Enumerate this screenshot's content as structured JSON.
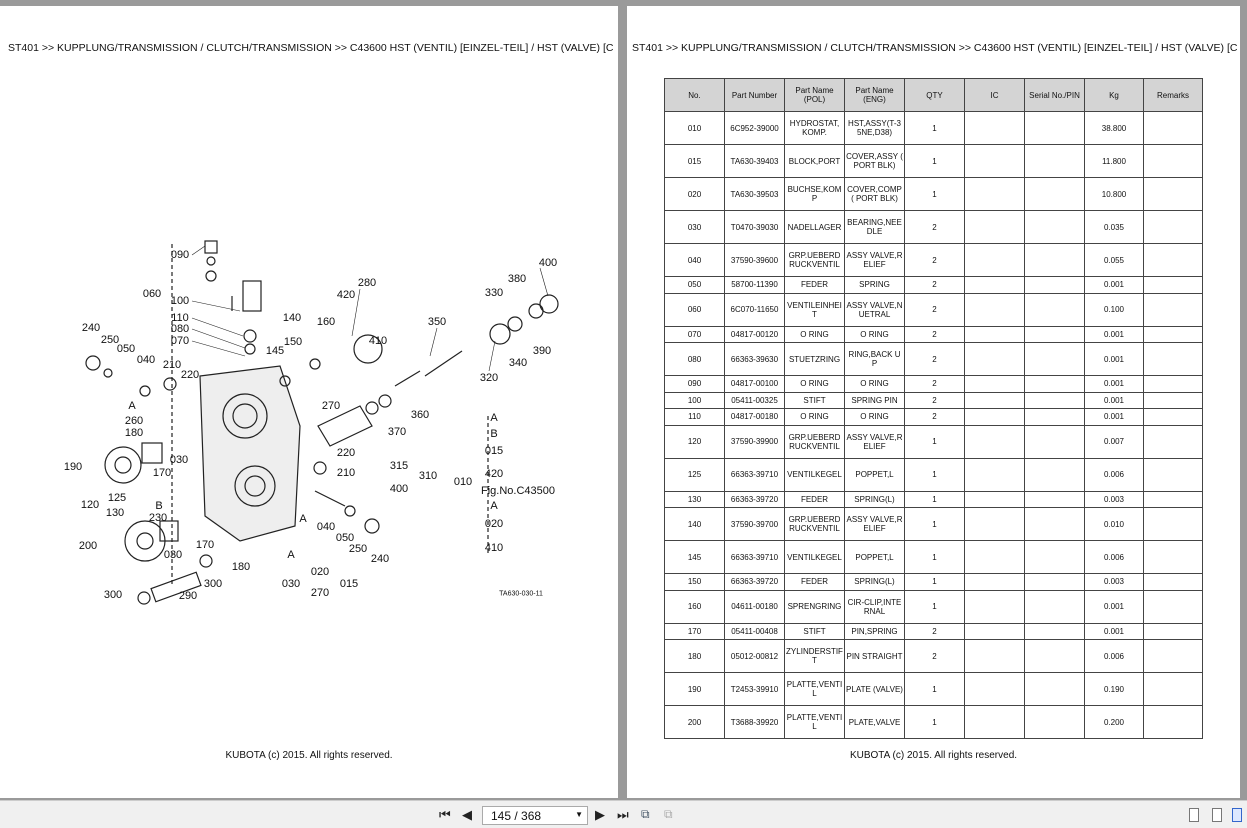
{
  "breadcrumb": "ST401 >> KUPPLUNG/TRANSMISSION / CLUTCH/TRANSMISSION >> C43600    HST (VENTIL) [EINZEL-TEIL] / HST (VALVE) [COMPONENT PARTS]",
  "copyright": "KUBOTA (c) 2015. All rights reserved.",
  "diagram": {
    "labels": [
      "090",
      "060",
      "100",
      "110",
      "080",
      "070",
      "240",
      "250",
      "050",
      "040",
      "210",
      "220",
      "A",
      "260",
      "180",
      "190",
      "030",
      "170",
      "125",
      "120",
      "130",
      "B",
      "230",
      "200",
      "030",
      "170",
      "180",
      "300",
      "290",
      "300",
      "280",
      "420",
      "140",
      "160",
      "145",
      "150",
      "410",
      "350",
      "400",
      "380",
      "330",
      "390",
      "340",
      "320",
      "360",
      "270",
      "370",
      "220",
      "210",
      "315",
      "310",
      "400",
      "010",
      "A",
      "B",
      "015",
      "420",
      "Fig.No.C43500",
      "A",
      "020",
      "410",
      "040",
      "050",
      "250",
      "240",
      "A",
      "A",
      "020",
      "030",
      "015",
      "270"
    ],
    "figure_code": "TA630-030-11"
  },
  "table": {
    "headers": [
      "No.",
      "Part Number",
      "Part Name (POL)",
      "Part Name (ENG)",
      "QTY",
      "IC",
      "Serial No./PIN",
      "Kg",
      "Remarks"
    ],
    "rows": [
      [
        "010",
        "6C952-39000",
        "HYDROSTAT, KOMP.",
        "HST,ASSY(T-35NE,D38)",
        "1",
        "",
        "",
        "38.800",
        ""
      ],
      [
        "015",
        "TA630-39403",
        "BLOCK,PORT",
        "COVER,ASSY ( PORT BLK)",
        "1",
        "",
        "",
        "11.800",
        ""
      ],
      [
        "020",
        "TA630-39503",
        "BUCHSE,KOMP",
        "COVER,COMP( PORT BLK)",
        "1",
        "",
        "",
        "10.800",
        ""
      ],
      [
        "030",
        "T0470-39030",
        "NADELLAGER",
        "BEARING,NEEDLE",
        "2",
        "",
        "",
        "0.035",
        ""
      ],
      [
        "040",
        "37590-39600",
        "GRP.UEBERDRUCKVENTIL",
        "ASSY VALVE,RELIEF",
        "2",
        "",
        "",
        "0.055",
        ""
      ],
      [
        "050",
        "58700-11390",
        "FEDER",
        "SPRING",
        "2",
        "",
        "",
        "0.001",
        ""
      ],
      [
        "060",
        "6C070-11650",
        "VENTILEINHEIT",
        "ASSY VALVE,NUETRAL",
        "2",
        "",
        "",
        "0.100",
        ""
      ],
      [
        "070",
        "04817-00120",
        "O RING",
        "O RING",
        "2",
        "",
        "",
        "0.001",
        ""
      ],
      [
        "080",
        "66363-39630",
        "STUETZRING",
        "RING,BACK UP",
        "2",
        "",
        "",
        "0.001",
        ""
      ],
      [
        "090",
        "04817-00100",
        "O RING",
        "O RING",
        "2",
        "",
        "",
        "0.001",
        ""
      ],
      [
        "100",
        "05411-00325",
        "STIFT",
        "SPRING PIN",
        "2",
        "",
        "",
        "0.001",
        ""
      ],
      [
        "110",
        "04817-00180",
        "O RING",
        "O RING",
        "2",
        "",
        "",
        "0.001",
        ""
      ],
      [
        "120",
        "37590-39900",
        "GRP.UEBERDRUCKVENTIL",
        "ASSY VALVE,RELIEF",
        "1",
        "",
        "",
        "0.007",
        ""
      ],
      [
        "125",
        "66363-39710",
        "VENTILKEGEL",
        "POPPET,L",
        "1",
        "",
        "",
        "0.006",
        ""
      ],
      [
        "130",
        "66363-39720",
        "FEDER",
        "SPRING(L)",
        "1",
        "",
        "",
        "0.003",
        ""
      ],
      [
        "140",
        "37590-39700",
        "GRP.UEBERDRUCKVENTIL",
        "ASSY VALVE,RELIEF",
        "1",
        "",
        "",
        "0.010",
        ""
      ],
      [
        "145",
        "66363-39710",
        "VENTILKEGEL",
        "POPPET,L",
        "1",
        "",
        "",
        "0.006",
        ""
      ],
      [
        "150",
        "66363-39720",
        "FEDER",
        "SPRING(L)",
        "1",
        "",
        "",
        "0.003",
        ""
      ],
      [
        "160",
        "04611-00180",
        "SPRENGRING",
        "CIR-CLIP,INTERNAL",
        "1",
        "",
        "",
        "0.001",
        ""
      ],
      [
        "170",
        "05411-00408",
        "STIFT",
        "PIN,SPRING",
        "2",
        "",
        "",
        "0.001",
        ""
      ],
      [
        "180",
        "05012-00812",
        "ZYLINDERSTIFT",
        "PIN STRAIGHT",
        "2",
        "",
        "",
        "0.006",
        ""
      ],
      [
        "190",
        "T2453-39910",
        "PLATTE,VENTIL",
        "PLATE (VALVE)",
        "1",
        "",
        "",
        "0.190",
        ""
      ],
      [
        "200",
        "T3688-39920",
        "PLATTE,VENTIL",
        "PLATE,VALVE",
        "1",
        "",
        "",
        "0.200",
        ""
      ]
    ]
  },
  "toolbar": {
    "page_display": "145 / 368"
  }
}
